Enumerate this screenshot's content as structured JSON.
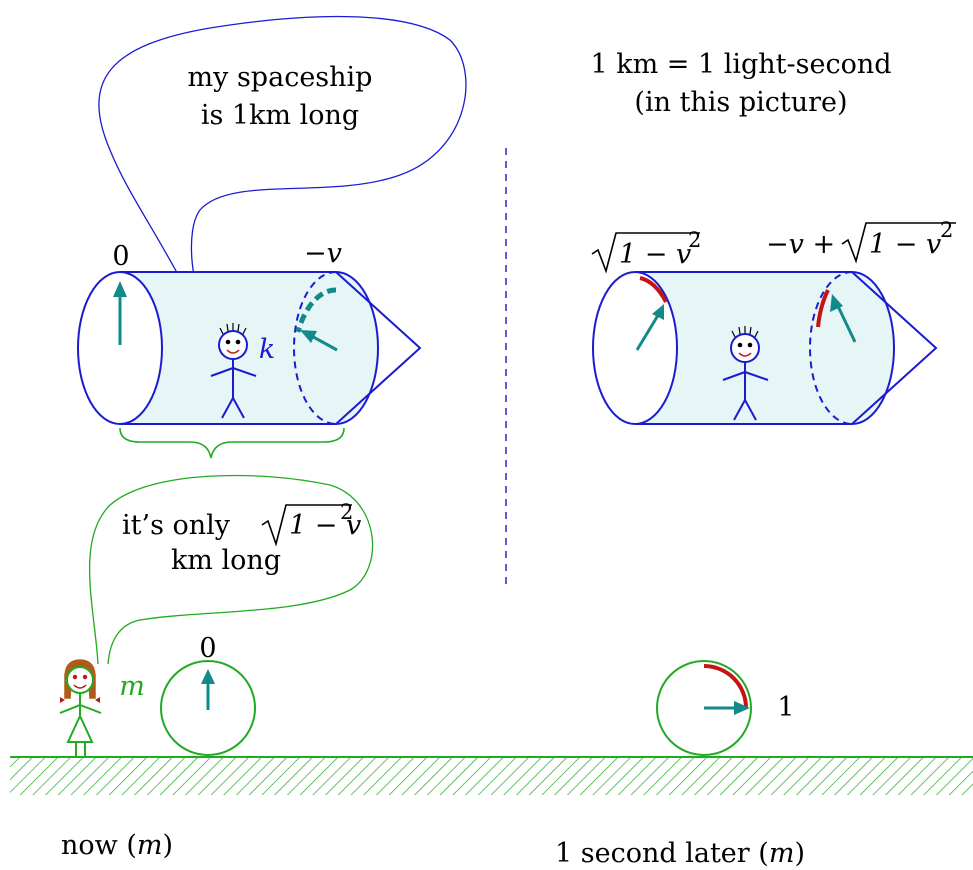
{
  "note": {
    "line1": "1 km = 1 light-second",
    "line2": "(in this picture)"
  },
  "bubble_k": {
    "line1": "my spaceship",
    "line2": "is 1km long"
  },
  "bubble_m": {
    "line1_prefix": "it’s only ",
    "line1_math_inner": "1 − v",
    "line1_math_exp": "2",
    "line2": "km long"
  },
  "spaceship_left": {
    "rear_clock_label": "0",
    "front_clock_label": "−v",
    "observer_label": "k"
  },
  "spaceship_right": {
    "rear_clock_label_inner": "1 − v",
    "rear_clock_label_exp": "2",
    "front_clock_label_prefix": "−v + ",
    "front_clock_label_inner": "1 − v",
    "front_clock_label_exp": "2"
  },
  "ground": {
    "left_clock_label": "0",
    "right_clock_label": "1",
    "observer_label": "m"
  },
  "captions": {
    "left": "now",
    "left_var": "m",
    "right": "1 second later",
    "right_var": "m"
  },
  "colors": {
    "ship": "#1b1bd1",
    "ship_fill": "#e6f5f5",
    "hand": "#138a8a",
    "arc": "#c41414",
    "ground": "#22aa22",
    "k_label": "#1b1bd1",
    "m_label": "#22aa22",
    "girl_hair": "#b25a1a",
    "divider": "#3333cc"
  }
}
